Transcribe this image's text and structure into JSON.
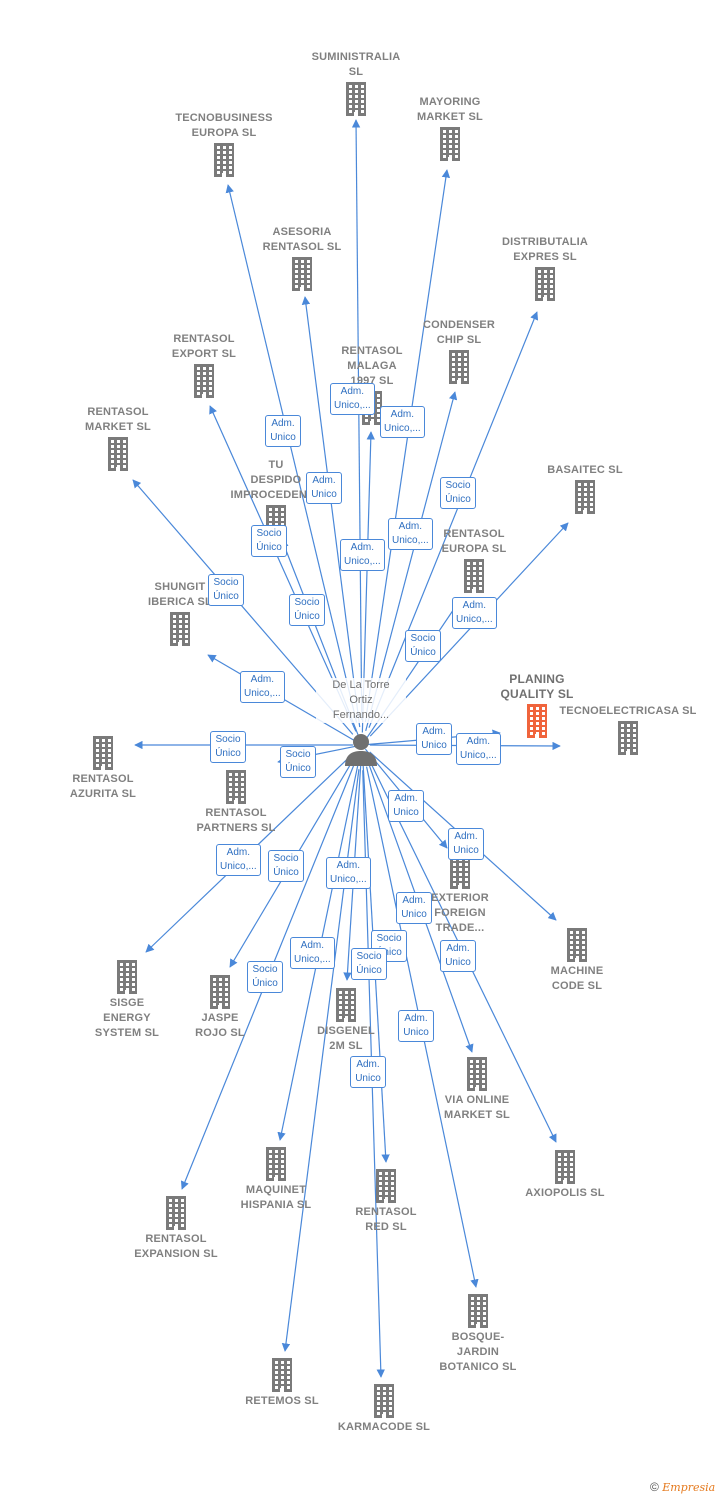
{
  "colors": {
    "edge": "#4a88d9",
    "node": "#7a7a7a",
    "highlight": "#f0643c"
  },
  "center": {
    "label": "De La Torre\nOrtiz\nFernando..."
  },
  "nodes": [
    {
      "label": "SUMINISTRALIA\nSL"
    },
    {
      "label": "TECNOBUSINESS\nEUROPA SL"
    },
    {
      "label": "MAYORING\nMARKET  SL"
    },
    {
      "label": "ASESORIA\nRENTASOL SL"
    },
    {
      "label": "DISTRIBUTALIA\nEXPRES  SL"
    },
    {
      "label": "CONDENSER\nCHIP SL"
    },
    {
      "label": "RENTASOL\nEXPORT  SL"
    },
    {
      "label": "RENTASOL\nMALAGA\n1997  SL"
    },
    {
      "label": "RENTASOL\nMARKET  SL"
    },
    {
      "label": "TU\nDESPIDO\nIMPROCEDENTE"
    },
    {
      "label": "BASAITEC  SL"
    },
    {
      "label": "RENTASOL\nEUROPA  SL"
    },
    {
      "label": "SHUNGIT\nIBERICA  SL"
    },
    {
      "label": "PLANING\nQUALITY  SL"
    },
    {
      "label": "TECNOELECTRICASA SL"
    },
    {
      "label": "RENTASOL\nAZURITA  SL"
    },
    {
      "label": "RENTASOL\nPARTNERS  SL"
    },
    {
      "label": "EXTERIOR\nFOREIGN\nTRADE..."
    },
    {
      "label": "MACHINE\nCODE SL"
    },
    {
      "label": "SISGE\nENERGY\nSYSTEM  SL"
    },
    {
      "label": "JASPE\nROJO  SL"
    },
    {
      "label": "DISGENEL\n2M  SL"
    },
    {
      "label": "VIA ONLINE\nMARKET SL"
    },
    {
      "label": "AXIOPOLIS SL"
    },
    {
      "label": "MAQUINET\nHISPANIA  SL"
    },
    {
      "label": "RENTASOL\nRED  SL"
    },
    {
      "label": "RENTASOL\nEXPANSION  SL"
    },
    {
      "label": "BOSQUE-\nJARDIN\nBOTANICO SL"
    },
    {
      "label": "RETEMOS  SL"
    },
    {
      "label": "KARMACODE SL"
    }
  ],
  "badges": [
    "Adm.\nUnico,...",
    "Adm.\nUnico,...",
    "Adm.\nUnico",
    "Adm.\nUnico",
    "Socio\nÚnico",
    "Socio\nÚnico",
    "Adm.\nUnico,...",
    "Adm.\nUnico,...",
    "Socio\nÚnico",
    "Socio\nÚnico",
    "Adm.\nUnico,...",
    "Socio\nÚnico",
    "Adm.\nUnico,...",
    "Adm.\nUnico",
    "Adm.\nUnico,...",
    "Socio\nÚnico",
    "Socio\nÚnico",
    "Adm.\nUnico",
    "Adm.\nUnico",
    "Adm.\nUnico,...",
    "Socio\nÚnico",
    "Adm.\nUnico,...",
    "Adm.\nUnico",
    "Socio\nÚnico",
    "Socio\nÚnico",
    "Adm.\nUnico",
    "Socio\nÚnico",
    "Adm.\nUnico,...",
    "Adm.\nUnico",
    "Adm.\nUnico"
  ],
  "footer": {
    "copyright": "©",
    "brand": "Empresia"
  }
}
